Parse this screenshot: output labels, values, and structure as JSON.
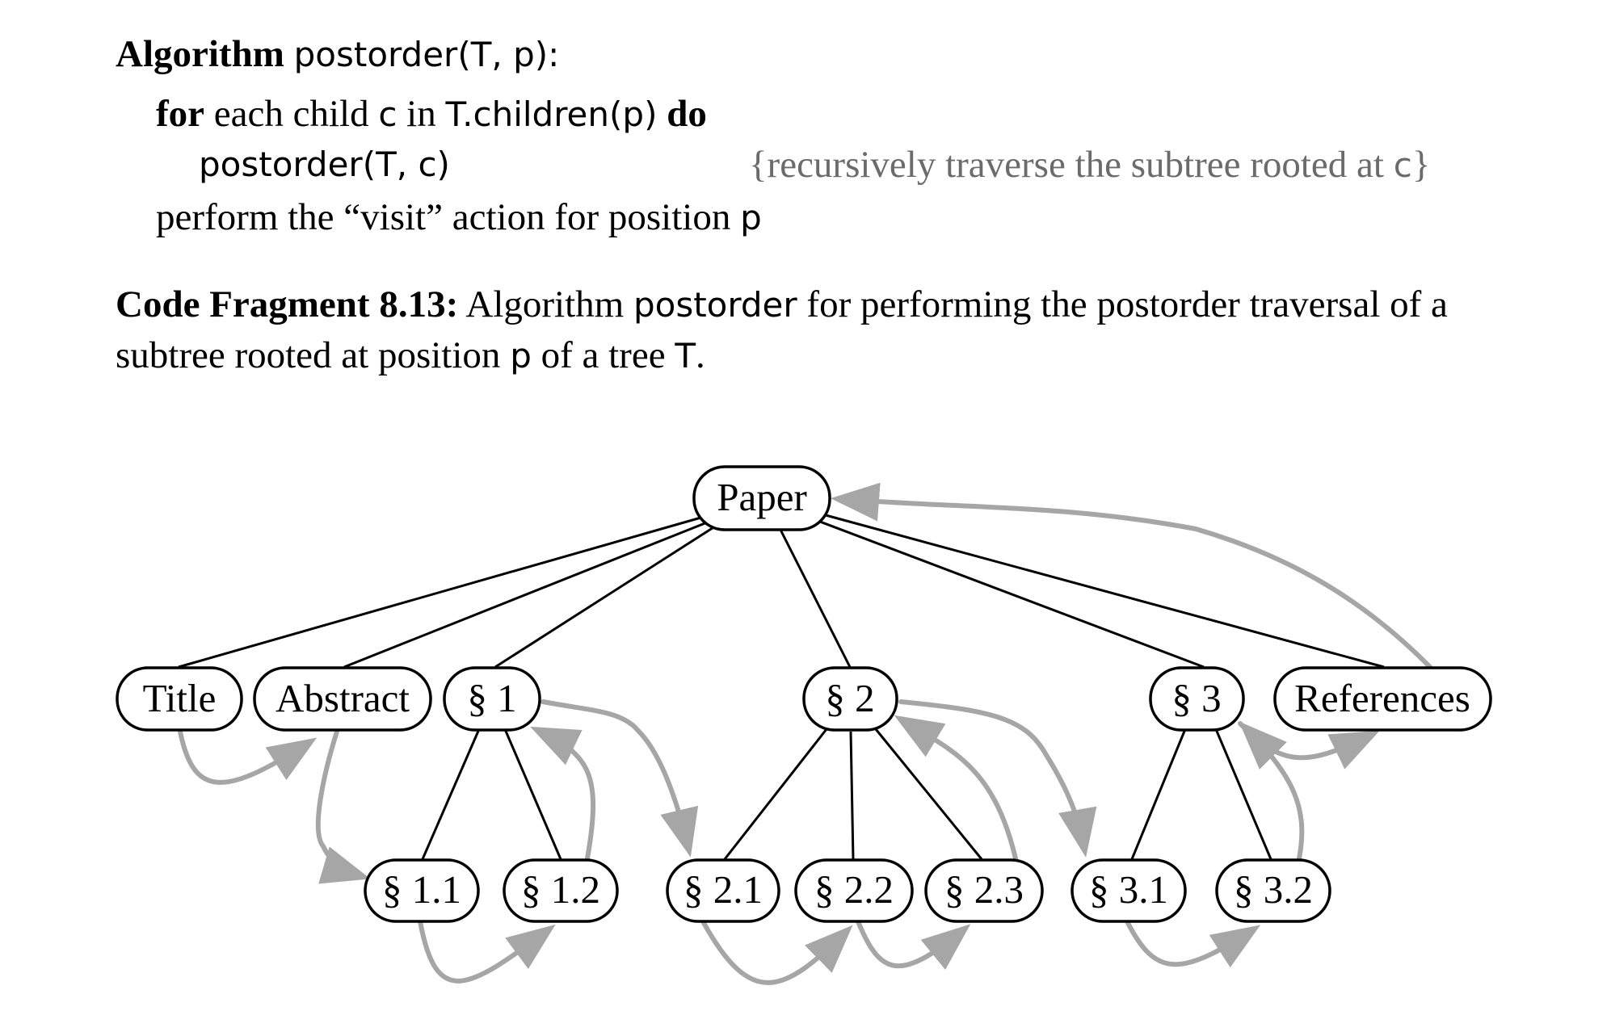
{
  "algorithm": {
    "header_kw": "Algorithm",
    "header_sig": "postorder(T, p):",
    "for_kw": "for",
    "for_text_1": "each child",
    "for_c": "c",
    "for_in": "in",
    "for_call": "T.children(p)",
    "do_kw": "do",
    "recurse_call": "postorder(T, c)",
    "comment_text": "{recursively traverse the subtree rooted at",
    "comment_var": "c",
    "comment_close": "}",
    "visit_text": "perform the “visit” action for position",
    "visit_var": "p"
  },
  "caption": {
    "label": "Code Fragment 8.13:",
    "text_1": "Algorithm",
    "algo_name": "postorder",
    "text_2": "for performing the postorder traversal of a subtree rooted at position",
    "p_var": "p",
    "text_3": "of a tree",
    "t_var": "T",
    "text_4": "."
  },
  "tree": {
    "nodes": {
      "paper": "Paper",
      "title": "Title",
      "abstract": "Abstract",
      "s1": "§ 1",
      "s2": "§ 2",
      "s3": "§ 3",
      "references": "References",
      "s11": "§ 1.1",
      "s12": "§ 1.2",
      "s21": "§ 2.1",
      "s22": "§ 2.2",
      "s23": "§ 2.3",
      "s31": "§ 3.1",
      "s32": "§ 3.2"
    },
    "edge_color": "#000000",
    "traversal_color": "#a6a6a6"
  }
}
